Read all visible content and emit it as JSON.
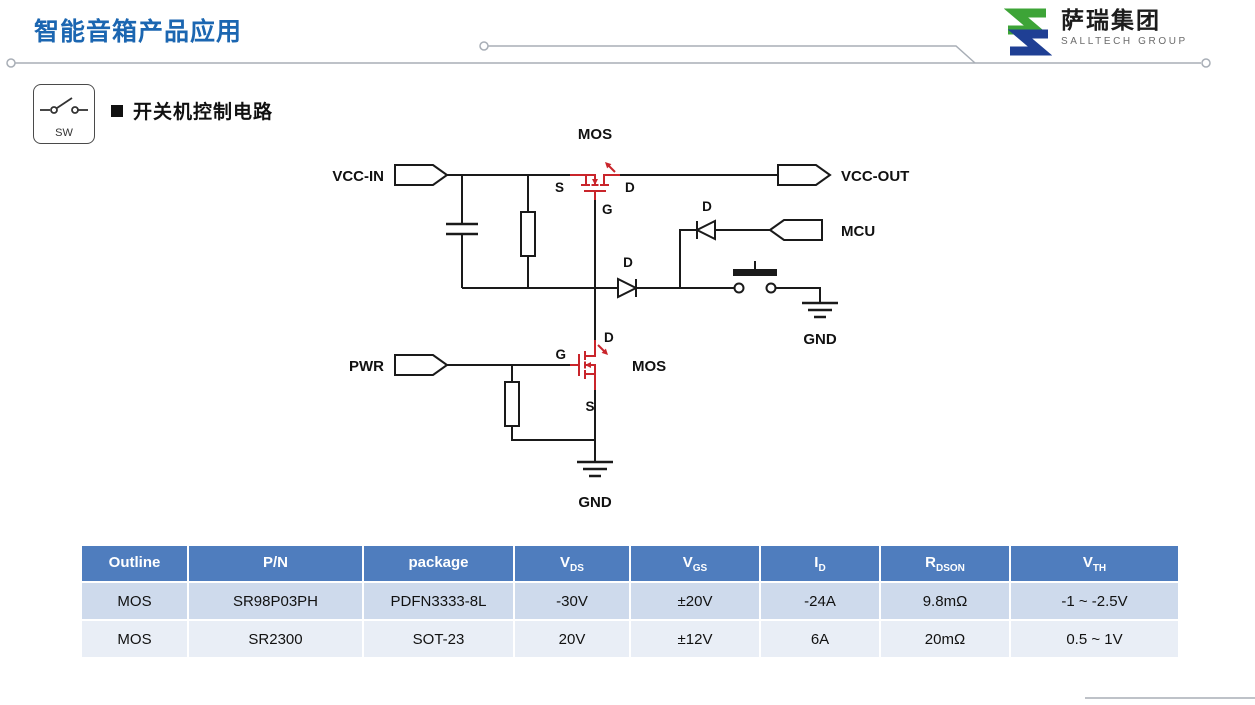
{
  "colors": {
    "title_blue": "#1B66B1",
    "circuit_red": "#C9252B",
    "wire_black": "#1a1a1a",
    "table_header_bg": "#4F7DBE",
    "table_row1_bg": "#CEDAEC",
    "table_row2_bg": "#E9EEF6",
    "logo_green": "#3DA437",
    "logo_blue": "#1F3F94",
    "divider_gray": "#A8AEB6"
  },
  "header": {
    "title": "智能音箱产品应用",
    "logo": {
      "name": "萨瑞集团",
      "subtitle": "SALLTECH GROUP"
    }
  },
  "section": {
    "badge_label": "SW",
    "title": "开关机控制电路"
  },
  "circuit": {
    "labels": {
      "mos_top": "MOS",
      "mos_bottom": "MOS",
      "vcc_in": "VCC-IN",
      "vcc_out": "VCC-OUT",
      "mcu": "MCU",
      "pwr": "PWR",
      "gnd_right": "GND",
      "gnd_bottom": "GND",
      "top_mos_s": "S",
      "top_mos_d": "D",
      "top_mos_g": "G",
      "bottom_mos_s": "S",
      "bottom_mos_d": "D",
      "bottom_mos_g": "G",
      "diode_main": "D",
      "diode_mcu": "D"
    }
  },
  "table": {
    "headers": [
      {
        "main": "Outline",
        "sub": ""
      },
      {
        "main": "P/N",
        "sub": ""
      },
      {
        "main": "package",
        "sub": ""
      },
      {
        "main": "V",
        "sub": "DS"
      },
      {
        "main": "V",
        "sub": "GS"
      },
      {
        "main": "I",
        "sub": "D"
      },
      {
        "main": "R",
        "sub": "DSON"
      },
      {
        "main": "V",
        "sub": "TH"
      }
    ],
    "rows": [
      [
        "MOS",
        "SR98P03PH",
        "PDFN3333-8L",
        "-30V",
        "±20V",
        "-24A",
        "9.8mΩ",
        "-1 ~ -2.5V"
      ],
      [
        "MOS",
        "SR2300",
        "SOT-23",
        "20V",
        "±12V",
        "6A",
        "20mΩ",
        "0.5 ~ 1V"
      ]
    ]
  }
}
